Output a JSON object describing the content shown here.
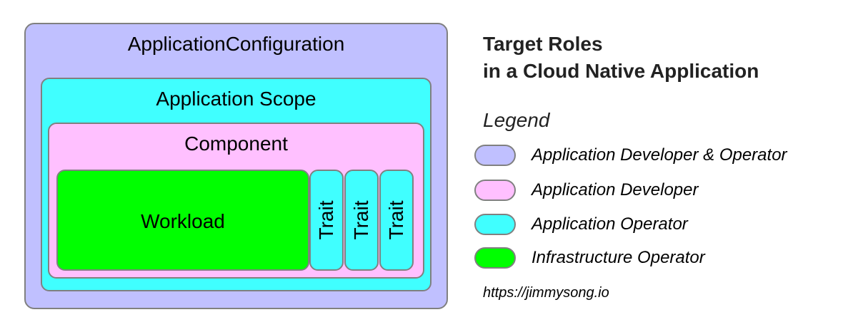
{
  "diagram": {
    "application_configuration": {
      "label": "ApplicationConfiguration",
      "color": "#c0c0ff"
    },
    "application_scope": {
      "label": "Application Scope",
      "color": "#40ffff"
    },
    "component": {
      "label": "Component",
      "color": "#ffc0ff"
    },
    "workload": {
      "label": "Workload",
      "color": "#00ff00"
    },
    "traits": [
      {
        "label": "Trait",
        "color": "#40ffff"
      },
      {
        "label": "Trait",
        "color": "#40ffff"
      },
      {
        "label": "Trait",
        "color": "#40ffff"
      }
    ]
  },
  "title": {
    "line1": "Target Roles",
    "line2": "in a Cloud Native Application"
  },
  "legend": {
    "heading": "Legend",
    "items": [
      {
        "label": "Application Developer & Operator",
        "color": "#c0c0ff"
      },
      {
        "label": "Application Developer",
        "color": "#ffc0ff"
      },
      {
        "label": "Application Operator",
        "color": "#40ffff"
      },
      {
        "label": "Infrastructure Operator",
        "color": "#00ff00"
      }
    ]
  },
  "credit": "https://jimmysong.io"
}
